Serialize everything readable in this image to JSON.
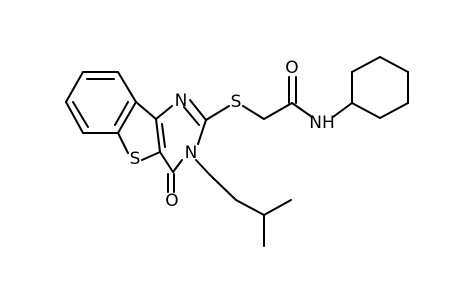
{
  "molecule": {
    "atoms": {
      "N_ring_top": "N",
      "N_ring_bottom": "N",
      "S_thiophene": "S",
      "S_thioether": "S",
      "O_carbonyl_ring": "O",
      "O_amide": "O",
      "NH_amide": "NH"
    }
  }
}
